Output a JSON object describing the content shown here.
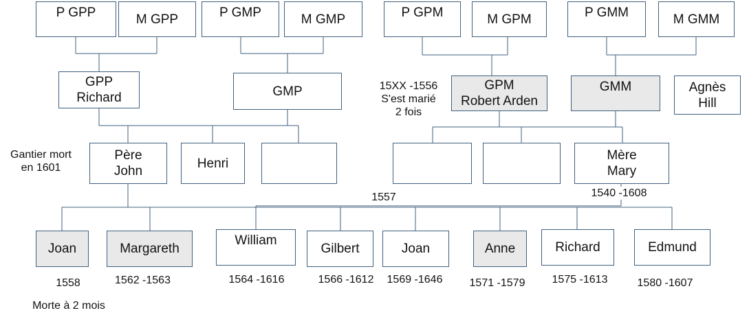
{
  "colors": {
    "line": "#3f5f7f",
    "shaded": "#e9e9e9",
    "text": "#111111"
  },
  "great_grandparents": {
    "p_gpp": "P GPP",
    "m_gpp": "M GPP",
    "p_gmp": "P GMP",
    "m_gmp": "M GMP",
    "p_gpm": "P GPM",
    "m_gpm": "M GPM",
    "p_gmm": "P GMM",
    "m_gmm": "M GMM"
  },
  "grandparents": {
    "gpp": "GPP\nRichard",
    "gmp": "GMP",
    "gpm": "GPM\nRobert Arden",
    "gmm": "GMM",
    "agnes": "Agnès\nHill",
    "gpm_note": "15XX -1556\nS'est marié\n2 fois"
  },
  "parents": {
    "father": "Père\nJohn",
    "father_note": "Gantier mort\nen 1601",
    "uncle": "Henri",
    "uncle2": "",
    "aunt1": "",
    "aunt2": "",
    "mother": "Mère\nMary",
    "mother_dates": "1540 -1608",
    "marriage_year": "1557"
  },
  "children": [
    {
      "name": "Joan",
      "dates": "1558"
    },
    {
      "name": "Margareth",
      "dates": "1562 -1563"
    },
    {
      "name": "William",
      "dates": "1564 -1616"
    },
    {
      "name": "Gilbert",
      "dates": "1566 -1612"
    },
    {
      "name": "Joan",
      "dates": "1569 -1646"
    },
    {
      "name": "Anne",
      "dates": "1571 -1579"
    },
    {
      "name": "Richard",
      "dates": "1575 -1613"
    },
    {
      "name": "Edmund",
      "dates": "1580 -1607"
    }
  ],
  "child_note": "Morte à 2 mois"
}
